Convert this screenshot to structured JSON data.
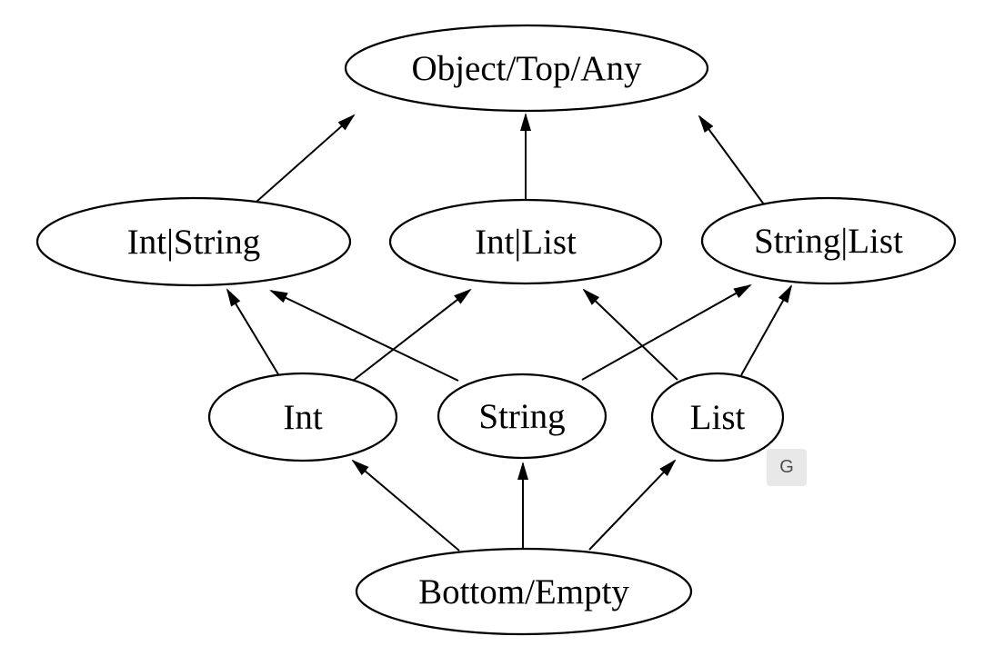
{
  "diagram": {
    "type": "directed-graph-type-lattice",
    "background": "#ffffff",
    "node_style": {
      "fill": "#ffffff",
      "stroke": "#000000"
    },
    "nodes": [
      {
        "id": "top",
        "label": "Object/Top/Any"
      },
      {
        "id": "int-string",
        "label": "Int|String"
      },
      {
        "id": "int-list",
        "label": "Int|List"
      },
      {
        "id": "string-list",
        "label": "String|List"
      },
      {
        "id": "int",
        "label": "Int"
      },
      {
        "id": "string",
        "label": "String"
      },
      {
        "id": "list",
        "label": "List"
      },
      {
        "id": "bottom",
        "label": "Bottom/Empty"
      }
    ],
    "edges": [
      {
        "from": "Int|String",
        "to": "Object/Top/Any"
      },
      {
        "from": "Int|List",
        "to": "Object/Top/Any"
      },
      {
        "from": "String|List",
        "to": "Object/Top/Any"
      },
      {
        "from": "Int",
        "to": "Int|String"
      },
      {
        "from": "String",
        "to": "Int|String"
      },
      {
        "from": "Int",
        "to": "Int|List"
      },
      {
        "from": "List",
        "to": "Int|List"
      },
      {
        "from": "String",
        "to": "String|List"
      },
      {
        "from": "List",
        "to": "String|List"
      },
      {
        "from": "Bottom/Empty",
        "to": "Int"
      },
      {
        "from": "Bottom/Empty",
        "to": "String"
      },
      {
        "from": "Bottom/Empty",
        "to": "List"
      }
    ]
  },
  "overlay_badge": {
    "label": "G",
    "background": "#e8e8e8",
    "text_color": "#4d4d4d"
  }
}
